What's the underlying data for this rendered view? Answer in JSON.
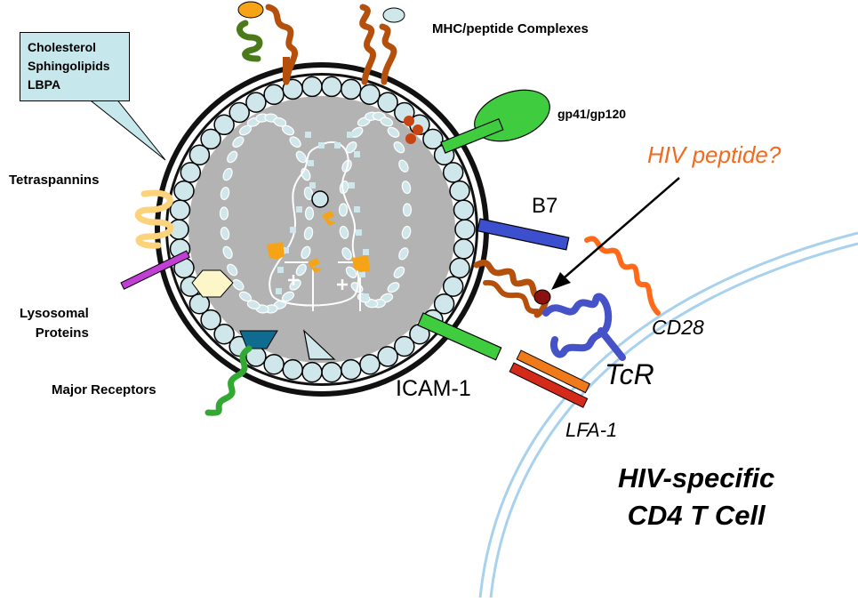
{
  "labels": {
    "callout_line1": "Cholesterol",
    "callout_line2": "Sphingolipids",
    "callout_line3": "LBPA",
    "mhc": "MHC/peptide Complexes",
    "gp": "gp41/gp120",
    "hiv_peptide": "HIV peptide?",
    "tetraspannins": "Tetraspannins",
    "b7": "B7",
    "lysosomal_line1": "Lysosomal",
    "lysosomal_line2": "Proteins",
    "cd28": "CD28",
    "tcr": "TcR",
    "major_receptors": "Major Receptors",
    "icam": "ICAM-1",
    "lfa": "LFA-1",
    "tcell_line1": "HIV-specific",
    "tcell_line2": "CD4 T Cell"
  },
  "colors": {
    "membrane_bead": "#cfe7eb",
    "vesicle_lumen": "#b3b3b3",
    "callout_fill": "#c6e7ec",
    "mhc_brown": "#b5500c",
    "gp_green": "#3fcc3f",
    "b7_blue": "#3b4fcf",
    "tcr_blue": "#4652c8",
    "cd28_orange": "#ff6a1a",
    "icam_green": "#3fcc3f",
    "lfa_orange": "#f07a1a",
    "lfa_red": "#d42a1a",
    "lysosomal_purple": "#c23fd6",
    "tetraspannin_yellow": "#fcd27a",
    "tcell_membrane": "#a8d1ee",
    "hiv_label_orange": "#f06a1f"
  },
  "icons": {
    "receptor": "wavy-receptor-icon",
    "arrow": "arrow-icon"
  }
}
